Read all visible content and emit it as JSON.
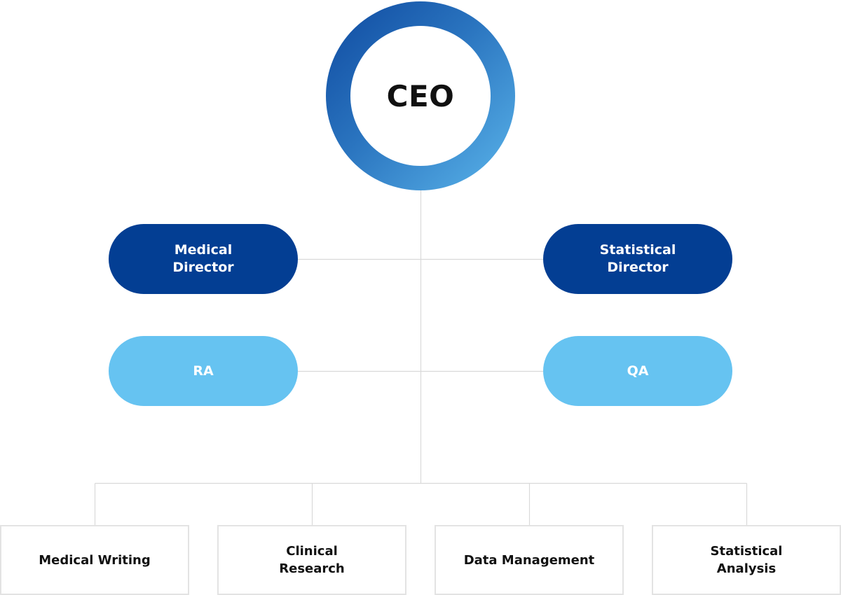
{
  "ceo": {
    "label": "CEO"
  },
  "directors": {
    "left": "Medical Director",
    "right": "Statistical Director"
  },
  "support": {
    "left": "RA",
    "right": "QA"
  },
  "departments": [
    "Medical Writing",
    "Clinical Research",
    "Data Management",
    "Statistical Analysis"
  ],
  "colors": {
    "ceo_ring_dark": "#0f4aa0",
    "ceo_ring_light": "#5ab4ea",
    "director_fill": "#033e93",
    "support_fill": "#66c3f1",
    "connector_line": "#d9d9d9",
    "department_border": "#e3e3e3"
  }
}
